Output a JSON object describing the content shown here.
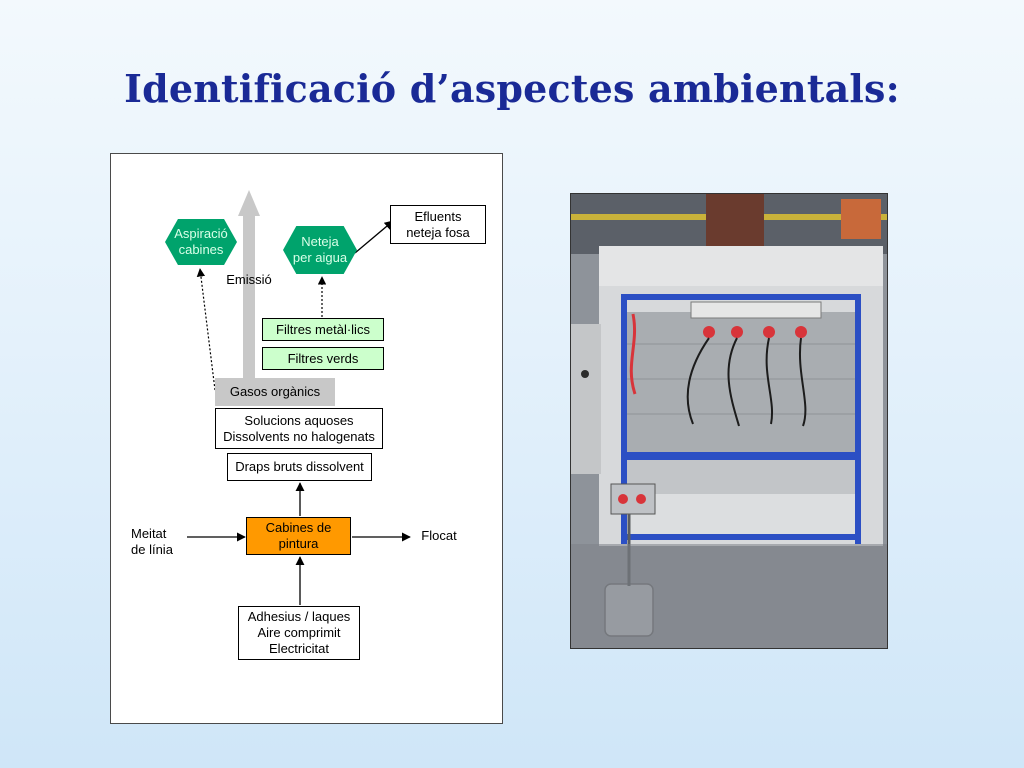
{
  "slide": {
    "title": "Identificació d’aspectes ambientals:"
  },
  "diagram": {
    "nodes": {
      "aspiracio": "Aspiració\ncabines",
      "neteja": "Neteja\nper aigua",
      "efluents": "Efluents\nneteja fosa",
      "emissio": "Emissió",
      "filtres_metallics": "Filtres metàl·lics",
      "filtres_verds": "Filtres verds",
      "gasos": "Gasos orgànics",
      "solucions": "Solucions aquoses\nDissolvents no halogenats",
      "draps": "Draps bruts dissolvent",
      "cabines": "Cabines de\npintura",
      "meitat": "Meitat\nde línia",
      "flocat": "Flocat",
      "adhesius": "Adhesius / laques\nAire comprimit\nElectricitat"
    },
    "colors": {
      "hexagon_fill": "#00a36c",
      "green_box": "#ccffcc",
      "orange_box": "#ff9900",
      "gray_box": "#c8c8c8",
      "title": "#1a2a96"
    }
  },
  "photo": {
    "subject": "paint-booth-photo"
  }
}
